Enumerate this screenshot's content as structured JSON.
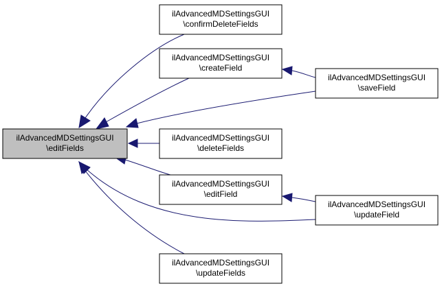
{
  "diagram": {
    "colors": {
      "edge": "#191970",
      "node_fill": "#ffffff",
      "root_fill": "#bfbfbf",
      "node_border": "#000000"
    },
    "nodes": [
      {
        "id": "editFields",
        "line1": "ilAdvancedMDSettingsGUI",
        "line2": "\\editFields",
        "highlighted": true
      },
      {
        "id": "confirmDeleteFields",
        "line1": "ilAdvancedMDSettingsGUI",
        "line2": "\\confirmDeleteFields"
      },
      {
        "id": "createField",
        "line1": "ilAdvancedMDSettingsGUI",
        "line2": "\\createField"
      },
      {
        "id": "deleteFields",
        "line1": "ilAdvancedMDSettingsGUI",
        "line2": "\\deleteFields"
      },
      {
        "id": "editField",
        "line1": "ilAdvancedMDSettingsGUI",
        "line2": "\\editField"
      },
      {
        "id": "updateFields",
        "line1": "ilAdvancedMDSettingsGUI",
        "line2": "\\updateFields"
      },
      {
        "id": "saveField",
        "line1": "ilAdvancedMDSettingsGUI",
        "line2": "\\saveField"
      },
      {
        "id": "updateField",
        "line1": "ilAdvancedMDSettingsGUI",
        "line2": "\\updateField"
      }
    ],
    "edges": [
      {
        "from": "confirmDeleteFields",
        "to": "editFields"
      },
      {
        "from": "createField",
        "to": "editFields"
      },
      {
        "from": "saveField",
        "to": "editFields"
      },
      {
        "from": "deleteFields",
        "to": "editFields"
      },
      {
        "from": "editField",
        "to": "editFields"
      },
      {
        "from": "updateField",
        "to": "editFields"
      },
      {
        "from": "updateFields",
        "to": "editFields"
      },
      {
        "from": "saveField",
        "to": "createField"
      },
      {
        "from": "updateField",
        "to": "editField"
      }
    ]
  }
}
